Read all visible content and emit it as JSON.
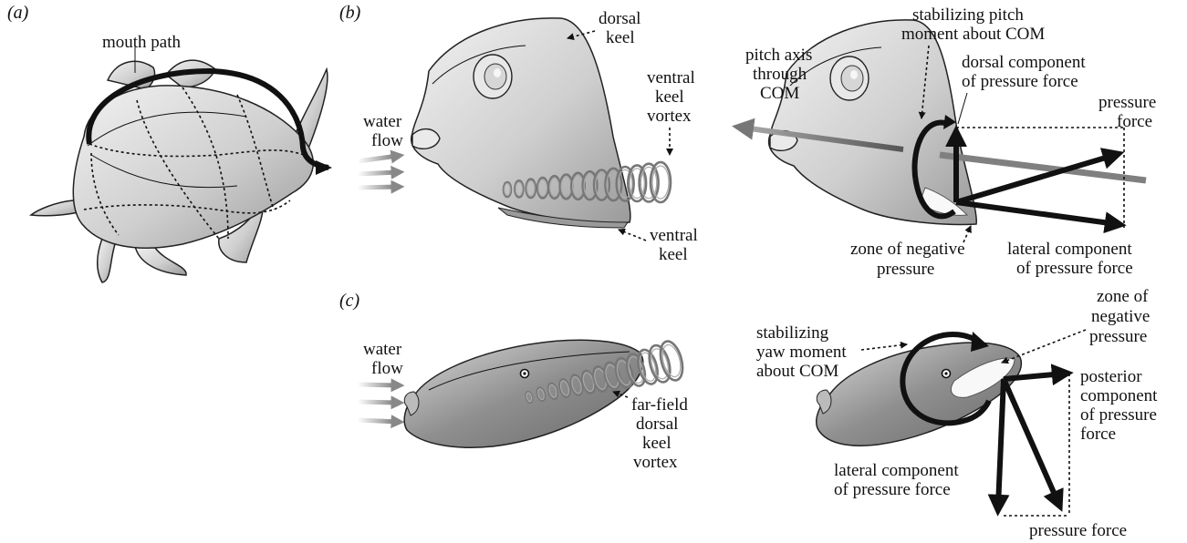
{
  "panels": {
    "a": "(a)",
    "b": "(b)",
    "c": "(c)"
  },
  "labels": {
    "mouth_path": "mouth path",
    "water": "water",
    "flow": "flow",
    "dorsal_keel_1": "dorsal",
    "dorsal_keel_2": "keel",
    "ventral_keel_vortex_1": "ventral",
    "ventral_keel_vortex_2": "keel",
    "ventral_keel_vortex_3": "vortex",
    "ventral_keel_1": "ventral",
    "ventral_keel_2": "keel",
    "pitch_axis_1": "pitch axis",
    "pitch_axis_2": "through",
    "pitch_axis_3": "COM",
    "stab_pitch_1": "stabilizing pitch",
    "stab_pitch_2": "moment about COM",
    "dorsal_comp_1": "dorsal component",
    "dorsal_comp_2": "of pressure force",
    "pressure_force_b_1": "pressure",
    "pressure_force_b_2": "force",
    "zone_b_1": "zone of negative",
    "zone_b_2": "pressure",
    "lateral_b_1": "lateral component",
    "lateral_b_2": "of pressure force",
    "farfield_1": "far-field",
    "farfield_2": "dorsal",
    "farfield_3": "keel",
    "farfield_4": "vortex",
    "stab_yaw_1": "stabilizing",
    "stab_yaw_2": "yaw moment",
    "stab_yaw_3": "about COM",
    "zone_c_1": "zone of",
    "zone_c_2": "negative",
    "zone_c_3": "pressure",
    "posterior_1": "posterior",
    "posterior_2": "component",
    "posterior_3": "of pressure",
    "posterior_4": "force",
    "lateral_c_1": "lateral component",
    "lateral_c_2": "of pressure force",
    "pressure_force_c": "pressure force"
  }
}
